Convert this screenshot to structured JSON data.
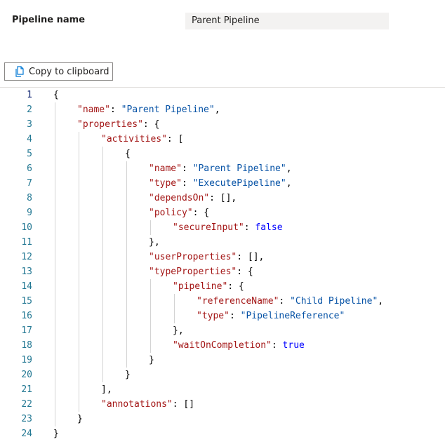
{
  "pipeline": {
    "label": "Pipeline name",
    "value": "Parent Pipeline"
  },
  "toolbar": {
    "copy_label": "Copy to clipboard",
    "copy_icon": "copy-icon"
  },
  "editor": {
    "active_line": 1,
    "lines": [
      {
        "number": "1",
        "indent": 0,
        "tokens": [
          {
            "t": "p",
            "v": "{"
          }
        ]
      },
      {
        "number": "2",
        "indent": 1,
        "tokens": [
          {
            "t": "k",
            "v": "\"name\""
          },
          {
            "t": "p",
            "v": ": "
          },
          {
            "t": "s",
            "v": "\"Parent Pipeline\""
          },
          {
            "t": "p",
            "v": ","
          }
        ]
      },
      {
        "number": "3",
        "indent": 1,
        "tokens": [
          {
            "t": "k",
            "v": "\"properties\""
          },
          {
            "t": "p",
            "v": ": {"
          }
        ]
      },
      {
        "number": "4",
        "indent": 2,
        "tokens": [
          {
            "t": "k",
            "v": "\"activities\""
          },
          {
            "t": "p",
            "v": ": ["
          }
        ]
      },
      {
        "number": "5",
        "indent": 3,
        "tokens": [
          {
            "t": "p",
            "v": "{"
          }
        ]
      },
      {
        "number": "6",
        "indent": 4,
        "tokens": [
          {
            "t": "k",
            "v": "\"name\""
          },
          {
            "t": "p",
            "v": ": "
          },
          {
            "t": "s",
            "v": "\"Parent Pipeline\""
          },
          {
            "t": "p",
            "v": ","
          }
        ]
      },
      {
        "number": "7",
        "indent": 4,
        "tokens": [
          {
            "t": "k",
            "v": "\"type\""
          },
          {
            "t": "p",
            "v": ": "
          },
          {
            "t": "s",
            "v": "\"ExecutePipeline\""
          },
          {
            "t": "p",
            "v": ","
          }
        ]
      },
      {
        "number": "8",
        "indent": 4,
        "tokens": [
          {
            "t": "k",
            "v": "\"dependsOn\""
          },
          {
            "t": "p",
            "v": ": [],"
          }
        ]
      },
      {
        "number": "9",
        "indent": 4,
        "tokens": [
          {
            "t": "k",
            "v": "\"policy\""
          },
          {
            "t": "p",
            "v": ": {"
          }
        ]
      },
      {
        "number": "10",
        "indent": 5,
        "tokens": [
          {
            "t": "k",
            "v": "\"secureInput\""
          },
          {
            "t": "p",
            "v": ": "
          },
          {
            "t": "b",
            "v": "false"
          }
        ]
      },
      {
        "number": "11",
        "indent": 4,
        "tokens": [
          {
            "t": "p",
            "v": "},"
          }
        ]
      },
      {
        "number": "12",
        "indent": 4,
        "tokens": [
          {
            "t": "k",
            "v": "\"userProperties\""
          },
          {
            "t": "p",
            "v": ": [],"
          }
        ]
      },
      {
        "number": "13",
        "indent": 4,
        "tokens": [
          {
            "t": "k",
            "v": "\"typeProperties\""
          },
          {
            "t": "p",
            "v": ": {"
          }
        ]
      },
      {
        "number": "14",
        "indent": 5,
        "tokens": [
          {
            "t": "k",
            "v": "\"pipeline\""
          },
          {
            "t": "p",
            "v": ": {"
          }
        ]
      },
      {
        "number": "15",
        "indent": 6,
        "tokens": [
          {
            "t": "k",
            "v": "\"referenceName\""
          },
          {
            "t": "p",
            "v": ": "
          },
          {
            "t": "s",
            "v": "\"Child Pipeline\""
          },
          {
            "t": "p",
            "v": ","
          }
        ]
      },
      {
        "number": "16",
        "indent": 6,
        "tokens": [
          {
            "t": "k",
            "v": "\"type\""
          },
          {
            "t": "p",
            "v": ": "
          },
          {
            "t": "s",
            "v": "\"PipelineReference\""
          }
        ]
      },
      {
        "number": "17",
        "indent": 5,
        "tokens": [
          {
            "t": "p",
            "v": "},"
          }
        ]
      },
      {
        "number": "18",
        "indent": 5,
        "tokens": [
          {
            "t": "k",
            "v": "\"waitOnCompletion\""
          },
          {
            "t": "p",
            "v": ": "
          },
          {
            "t": "b",
            "v": "true"
          }
        ]
      },
      {
        "number": "19",
        "indent": 4,
        "tokens": [
          {
            "t": "p",
            "v": "}"
          }
        ]
      },
      {
        "number": "20",
        "indent": 3,
        "tokens": [
          {
            "t": "p",
            "v": "}"
          }
        ]
      },
      {
        "number": "21",
        "indent": 2,
        "tokens": [
          {
            "t": "p",
            "v": "],"
          }
        ]
      },
      {
        "number": "22",
        "indent": 2,
        "tokens": [
          {
            "t": "k",
            "v": "\"annotations\""
          },
          {
            "t": "p",
            "v": ": []"
          }
        ]
      },
      {
        "number": "23",
        "indent": 1,
        "tokens": [
          {
            "t": "p",
            "v": "}"
          }
        ]
      },
      {
        "number": "24",
        "indent": 0,
        "tokens": [
          {
            "t": "p",
            "v": "}"
          }
        ]
      }
    ]
  }
}
